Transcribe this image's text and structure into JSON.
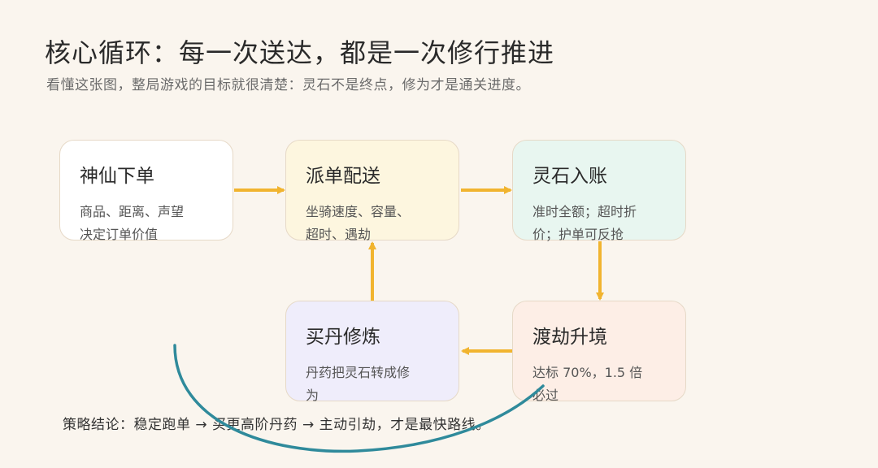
{
  "header": {
    "title": "核心循环：每一次送达，都是一次修行推进",
    "subtitle": "看懂这张图，整局游戏的目标就很清楚：灵石不是终点，修为才是通关进度。"
  },
  "nodes": [
    {
      "id": "order",
      "title": "神仙下单",
      "desc_line1": "商品、距离、声望",
      "desc_line2": "决定订单价值"
    },
    {
      "id": "dispatch",
      "title": "派单配送",
      "desc_line1": "坐骑速度、容量、",
      "desc_line2": "超时、遇劫"
    },
    {
      "id": "stones",
      "title": "灵石入账",
      "desc_line1": "准时全额；超时折",
      "desc_line2": "价；护单可反抢"
    },
    {
      "id": "pills",
      "title": "买丹修炼",
      "desc_line1": "丹药把灵石转成修",
      "desc_line2": "为"
    },
    {
      "id": "tribulation",
      "title": "渡劫升境",
      "desc_line1": "达标 70%，1.5 倍",
      "desc_line2": "必过"
    }
  ],
  "footer": {
    "conclusion": "策略结论：稳定跑单 → 买更高阶丹药 → 主动引劫，才是最快路线。"
  },
  "colors": {
    "arrow": "#f1b42f",
    "curve": "#2f8a9b"
  }
}
